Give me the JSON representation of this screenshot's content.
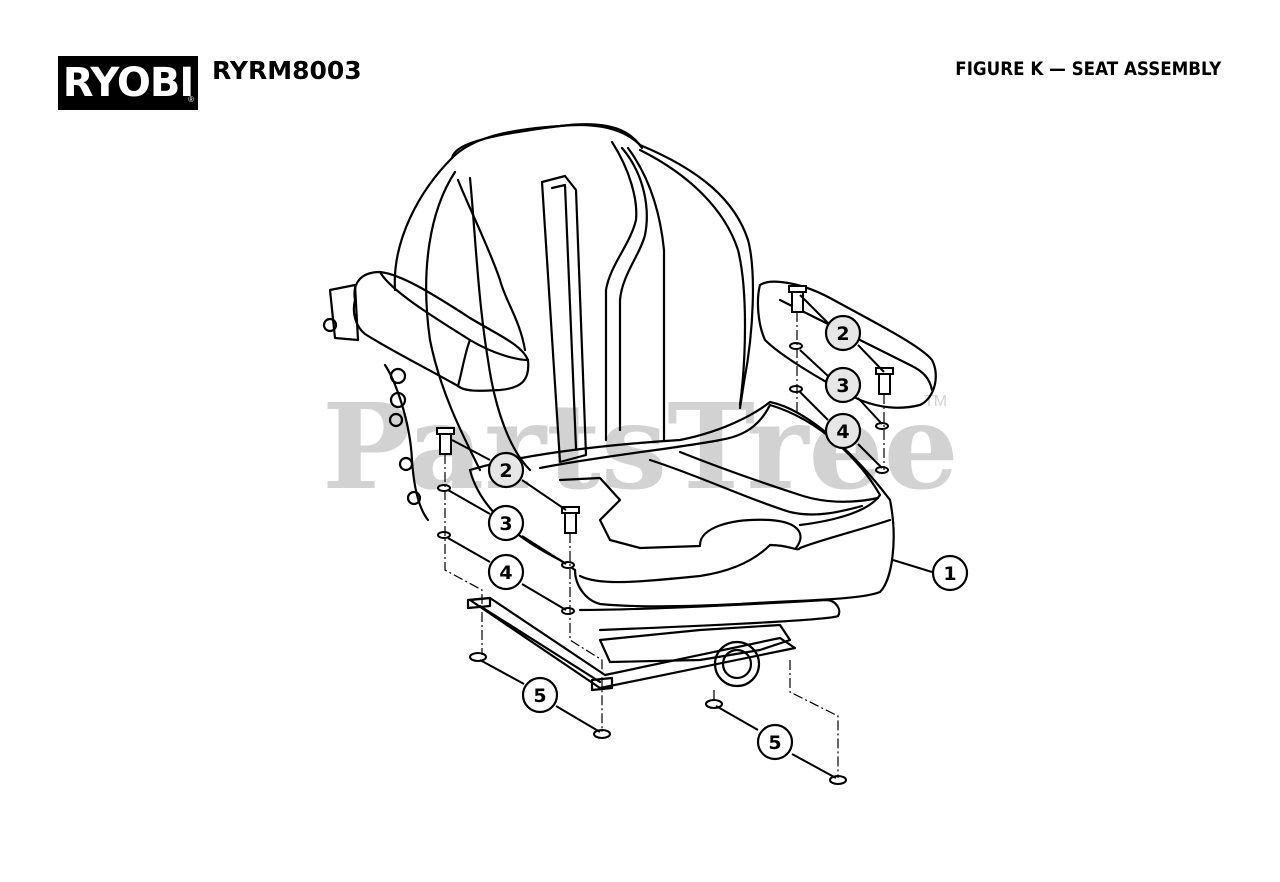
{
  "header": {
    "brand": "RYOBI",
    "model": "RYRM8003",
    "figure_title": "FIGURE K — SEAT ASSEMBLY"
  },
  "watermark": {
    "text": "PartsTree",
    "tm": "TM"
  },
  "callouts": [
    {
      "label": "1",
      "part": "seat"
    },
    {
      "label": "2",
      "part": "bolt-right"
    },
    {
      "label": "3",
      "part": "washer-right"
    },
    {
      "label": "4",
      "part": "washer-right-lower"
    },
    {
      "label": "2",
      "part": "bolt-left"
    },
    {
      "label": "3",
      "part": "washer-left"
    },
    {
      "label": "4",
      "part": "washer-left-lower"
    },
    {
      "label": "5",
      "part": "nut-left"
    },
    {
      "label": "5",
      "part": "nut-right"
    }
  ],
  "colors": {
    "line": "#000000",
    "watermark": "#cfcfcf",
    "background": "#ffffff"
  }
}
